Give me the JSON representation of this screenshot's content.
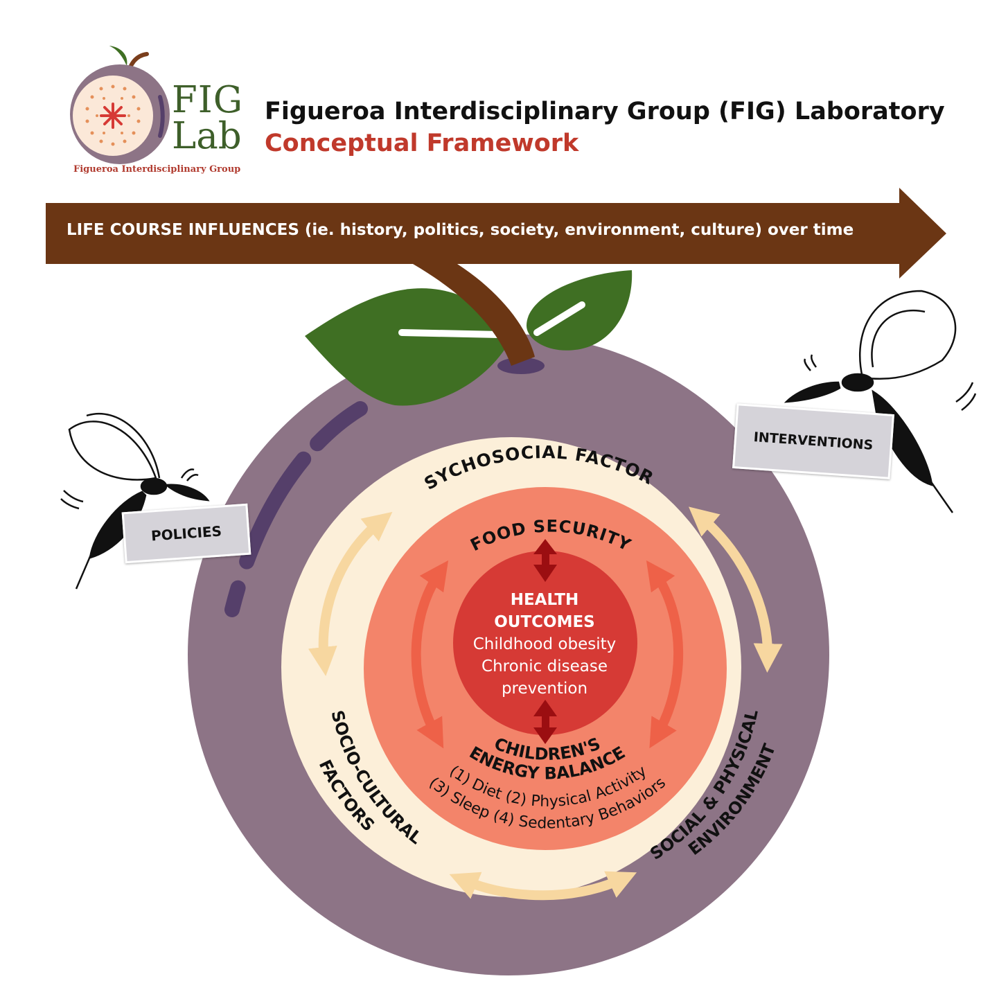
{
  "logo": {
    "word_1": "FIG",
    "word_2": "Lab",
    "caption": "Figueroa Interdisciplinary Group"
  },
  "header": {
    "title": "Figueroa Interdisciplinary Group (FIG) Laboratory",
    "subtitle": "Conceptual Framework"
  },
  "banner": {
    "text": "LIFE COURSE INFLUENCES (ie. history, politics, society, environment, culture) over time"
  },
  "signs": {
    "policies": "POLICIES",
    "interventions": "INTERVENTIONS"
  },
  "rings": {
    "outer_top": "PSYCHOSOCIAL FACTORS",
    "outer_left_1": "SOCIO-CULTURAL",
    "outer_left_2": "FACTORS",
    "outer_right_1": "SOCIAL & PHYSICAL",
    "outer_right_2": "ENVIRONMENT",
    "middle_top": "FOOD SECURITY",
    "middle_bottom_1": "CHILDREN'S",
    "middle_bottom_2": "ENERGY BALANCE",
    "middle_bottom_3": "(1) Diet (2) Physical Activity",
    "middle_bottom_4": "(3) Sleep (4) Sedentary Behaviors"
  },
  "center": {
    "title_1": "HEALTH",
    "title_2": "OUTCOMES",
    "line_1": "Childhood obesity",
    "line_2": "Chronic disease",
    "line_3": "prevention"
  },
  "colors": {
    "fig_body": "#8d7486",
    "fig_dark": "#553f6a",
    "outer_ring": "#fcefd9",
    "middle_ring": "#f3846a",
    "center": "#d63a35",
    "banner": "#6b3614",
    "leaf": "#3f6f23",
    "title_red": "#c0392b",
    "logo_green": "#3e5f2a"
  }
}
